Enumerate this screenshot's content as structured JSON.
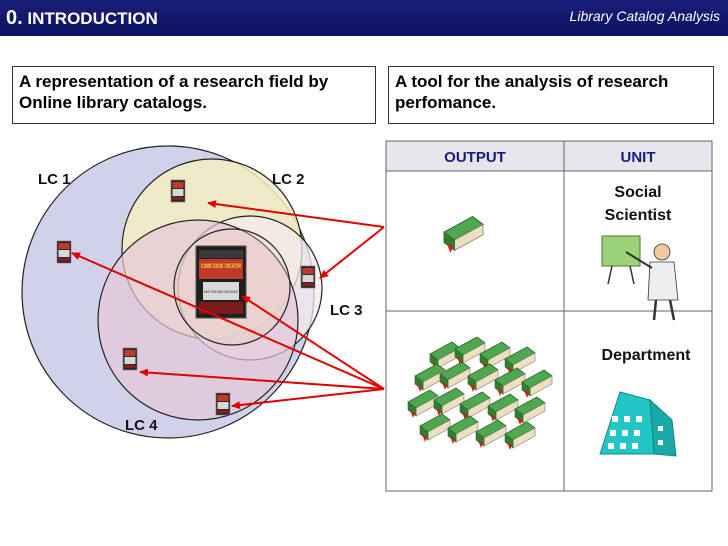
{
  "header": {
    "section_number": "0.",
    "section_title": "INTRODUCTION",
    "subtitle": "Library Catalog Analysis"
  },
  "left_box": {
    "text": "A representation of a research field by Online library catalogs."
  },
  "right_box": {
    "text": "A tool for the analysis of research perfomance."
  },
  "venn": {
    "labels": [
      "LC 1",
      "LC 2",
      "LC 3",
      "LC 4"
    ],
    "cover_title": "COMIC BOOK CREATOR",
    "cover_tagline": "MAKE YOUR OWN COMIC BOOKS!"
  },
  "table": {
    "headers": [
      "OUTPUT",
      "UNIT"
    ],
    "rows": [
      {
        "unit_line1": "Social",
        "unit_line2": "Scientist"
      },
      {
        "unit_line1": "Department"
      }
    ]
  },
  "colors": {
    "header_bg": "#0d1160",
    "arrow": "#e00000",
    "lc1": "#c9c9e6",
    "lc2": "#f3efc1",
    "lc3": "#f4e9ec",
    "lc4": "#e5c8d8",
    "table_header": "#e6e6ea",
    "table_header_text": "#1a1a7a"
  },
  "icons": [
    "book-icon",
    "book-stack-icon",
    "teacher-icon",
    "building-icon",
    "book-cover-icon"
  ]
}
